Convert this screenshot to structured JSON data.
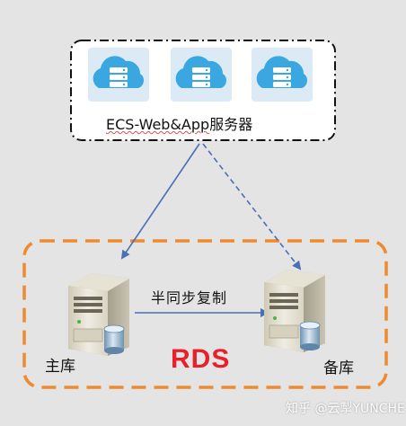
{
  "diagram": {
    "ecs_group": {
      "label_prefix": "ECS-Web&App",
      "label_suffix": "服务器",
      "server_count": 3,
      "icon": "cloud-server-icon"
    },
    "rds_group": {
      "label": "RDS",
      "primary_label": "主库",
      "standby_label": "备库",
      "replication_label": "半同步复制",
      "icon": "database-server-icon"
    },
    "colors": {
      "background": "#e4e4e4",
      "rds_border": "#ee8a30",
      "rds_text": "#e8202a",
      "arrow": "#4a6fb5",
      "cloud_tile": "#dbeaf5",
      "cloud": "#3aa7e0"
    }
  },
  "watermark": "知乎 @云掣YUNCHE"
}
